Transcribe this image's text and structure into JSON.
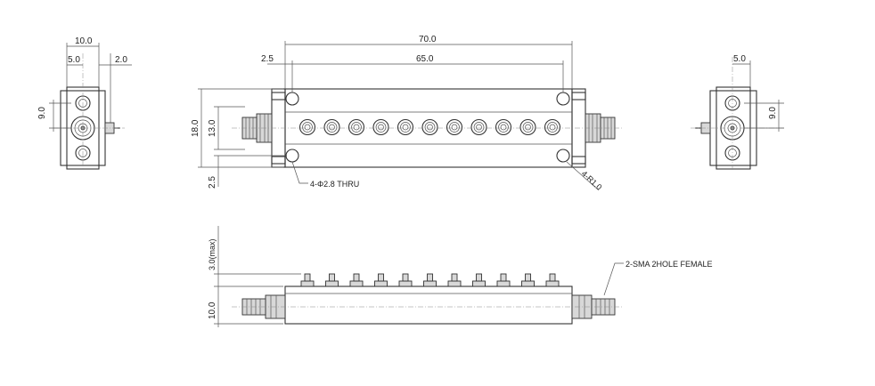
{
  "left_view": {
    "dim_width": "10.0",
    "dim_center": "5.0",
    "dim_pin": "2.0",
    "dim_hole_spacing": "9.0"
  },
  "top_view": {
    "dim_overall_length": "70.0",
    "dim_hole_spacing": "65.0",
    "dim_edge_offset": "2.5",
    "dim_height": "18.0",
    "dim_inner_height": "13.0",
    "dim_bottom_offset": "2.5",
    "note_holes": "4-Φ2.8 THRU",
    "note_radius": "4-R1.0",
    "tuning_screw_count": 11
  },
  "right_view": {
    "dim_center": "5.0",
    "dim_hole_spacing": "9.0"
  },
  "side_view": {
    "dim_screw_height": "3.0(max)",
    "dim_body_height": "10.0",
    "note_connector": "2-SMA 2HOLE FEMALE"
  }
}
